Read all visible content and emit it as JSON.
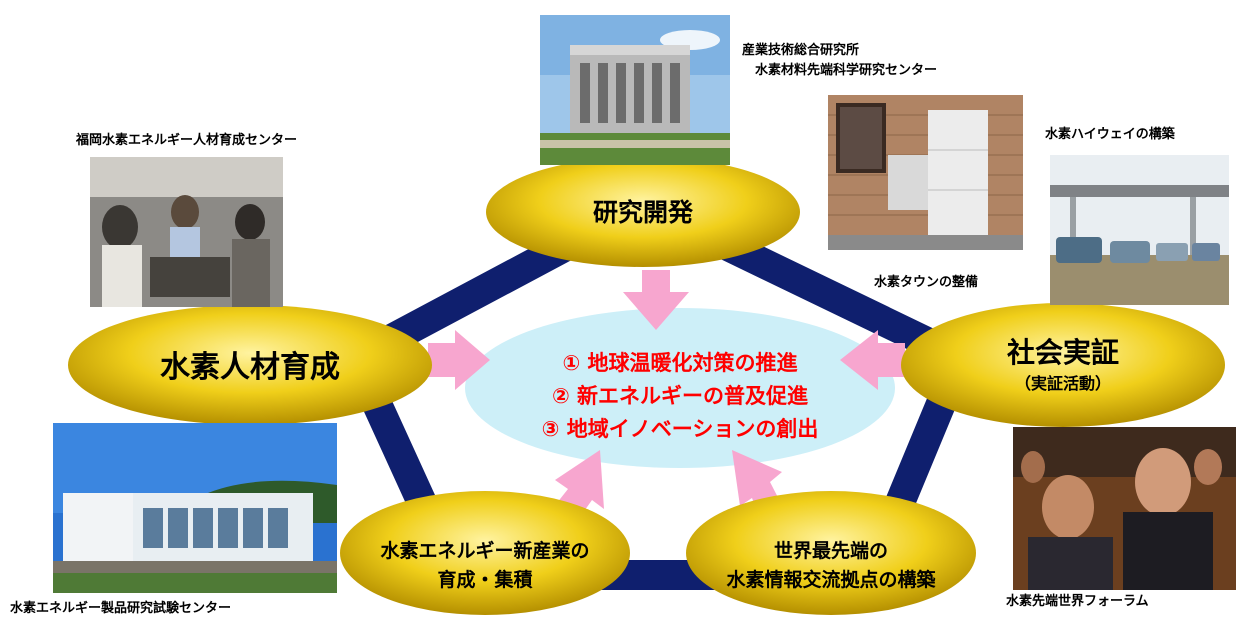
{
  "nodes": {
    "research": "研究開発",
    "talent": "水素人材育成",
    "demo_title": "社会実証",
    "demo_sub": "（実証活動）",
    "industry_line1": "水素エネルギー新産業の",
    "industry_line2": "育成・集積",
    "info_line1": "世界最先端の",
    "info_line2": "水素情報交流拠点の構築"
  },
  "center": {
    "goals": [
      "①  地球温暖化対策の推進",
      "②  新エネルギーの普及促進",
      "③  地域イノベーションの創出"
    ]
  },
  "photos": {
    "aist_line1": "産業技術総合研究所",
    "aist_line2": "水素材料先端科学研究センター",
    "fukuoka_center": "福岡水素エネルギー人材育成センター",
    "highway": "水素ハイウェイの構築",
    "town": "水素タウンの整備",
    "test_center": "水素エネルギー製品研究試験センター",
    "forum": "水素先端世界フォーラム"
  },
  "colors": {
    "pentagon": "#0f1f6e",
    "oval_fill": "#e8c40a",
    "center_fill": "#cdeff8",
    "arrow": "#f7a6cf",
    "goal_text": "#ff0000"
  }
}
